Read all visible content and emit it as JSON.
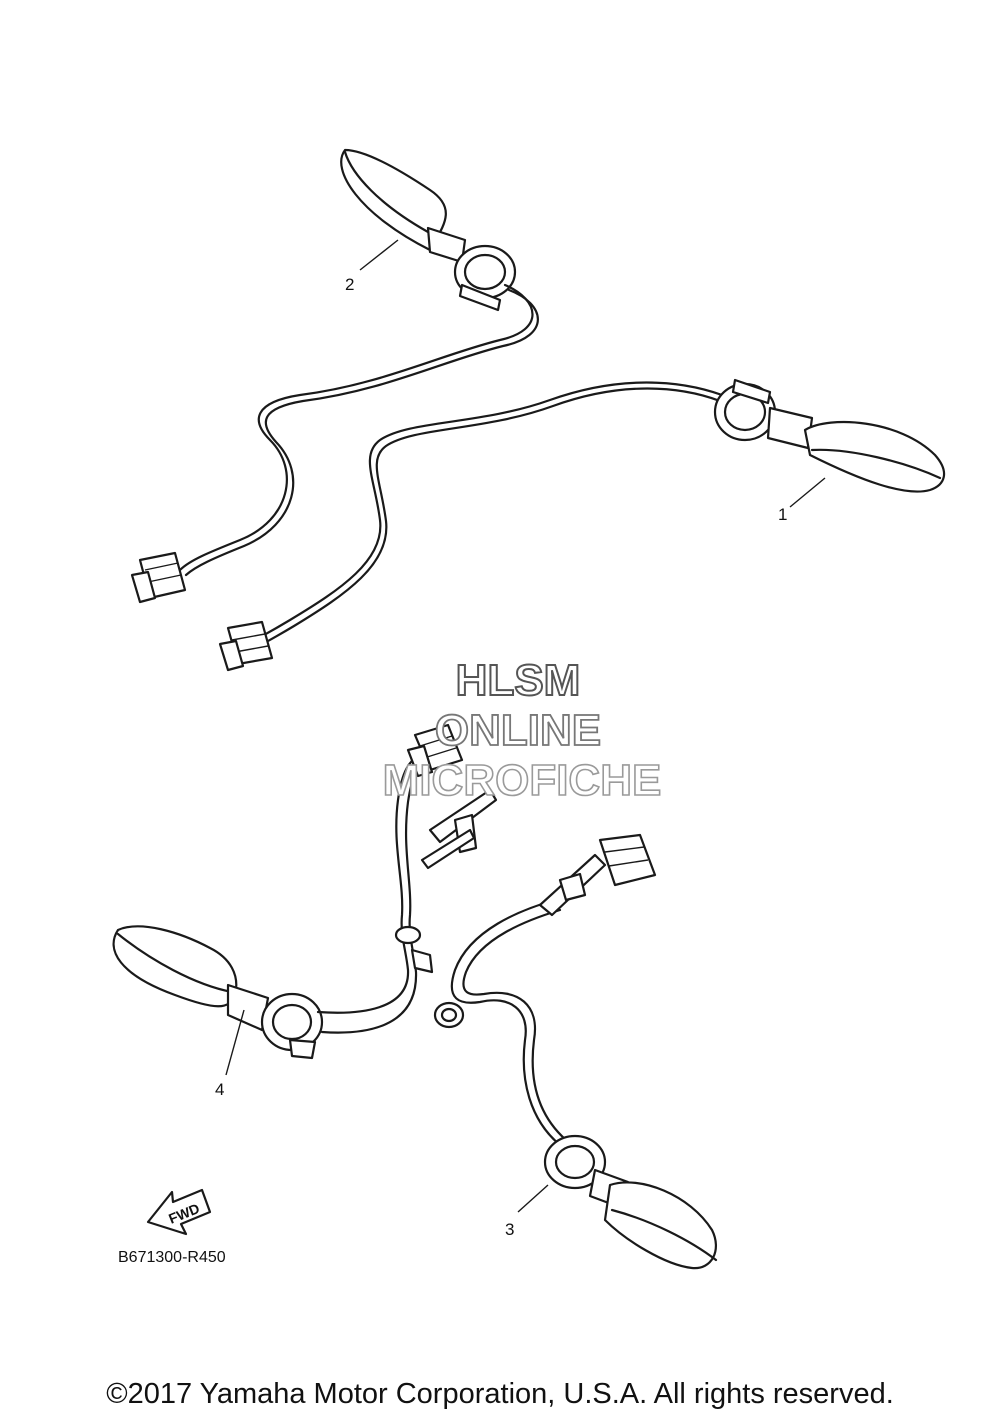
{
  "diagram": {
    "callouts": [
      "1",
      "2",
      "3",
      "4"
    ],
    "fwd_label": "FWD",
    "part_code": "B671300-R450"
  },
  "watermark": {
    "line1": "HLSM",
    "line2": "ONLINE",
    "line3": "MICROFICHE"
  },
  "footer": {
    "copyright": "©2017 Yamaha Motor Corporation, U.S.A. All rights reserved."
  }
}
